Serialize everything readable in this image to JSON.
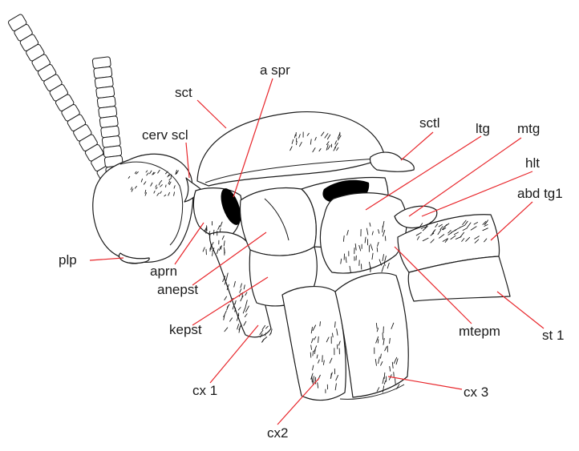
{
  "figure": {
    "leader_color": "#e8262b",
    "outline_color": "#1a1a1a",
    "labels": {
      "sct": "sct",
      "a_spr": "a spr",
      "cerv_scl": "cerv scl",
      "sctl": "sctl",
      "ltg": "ltg",
      "mtg": "mtg",
      "hlt": "hlt",
      "abd_tg1": "abd tg1",
      "plp": "plp",
      "aprn": "aprn",
      "anepst": "anepst",
      "kepst": "kepst",
      "mtepm": "mtepm",
      "st_1": "st 1",
      "cx_1": "cx 1",
      "cx_3": "cx 3",
      "cx2": "cx2"
    }
  }
}
